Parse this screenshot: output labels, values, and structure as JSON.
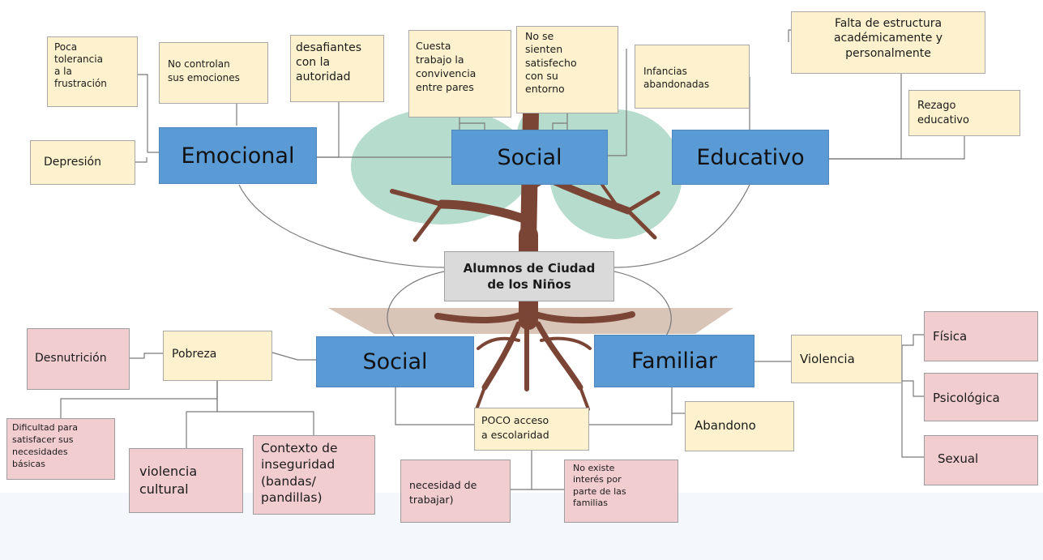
{
  "center": "Alumnos de Ciudad\nde los Niños",
  "categories": {
    "emocional": "Emocional",
    "social_top": "Social",
    "educativo": "Educativo",
    "social_bottom": "Social",
    "familiar": "Familiar"
  },
  "emocional": {
    "poca_tolerancia": "Poca\ntolerancia\na la\nfrustración",
    "no_controlan": "No controlan\nsus emociones",
    "desafiantes": "desafiantes\ncon la\nautoridad",
    "depresion": "Depresión"
  },
  "social_top": {
    "cuesta_trabajo": "Cuesta\ntrabajo la\nconvivencia\nentre pares",
    "no_satisfecho": "No se\nsienten\nsatisfecho\ncon su\nentorno",
    "infancias": "Infancias\nabandonadas"
  },
  "educativo": {
    "falta_estructura": "Falta de estructura\nacadémicamente y\npersonalmente",
    "rezago": "Rezago\neducativo"
  },
  "social_bottom": {
    "pobreza": "Pobreza",
    "desnutricion": "Desnutrición",
    "dificultad": "Dificultad para\nsatisfacer sus\nnecesidades\nbásicas",
    "violencia_cultural": "violencia\ncultural",
    "contexto": "Contexto de\ninseguridad\n(bandas/\npandillas)",
    "poco_acceso": "POCO acceso\na escolaridad",
    "necesidad": "necesidad de\ntrabajar)",
    "no_existe": "No existe\ninterés por\nparte de las\nfamilias"
  },
  "familiar": {
    "violencia": "Violencia",
    "fisica": "Física",
    "psicologica": "Psicológica",
    "sexual": "Sexual",
    "abandono": "Abandono"
  },
  "colors": {
    "category_blue": "#5b9bd5",
    "note_yellow": "#fdf2cd",
    "note_pink": "#f2cdd0",
    "center_gray": "#dadada",
    "tree_canopy": "#b6dccd",
    "tree_trunk": "#7b4536",
    "soil": "#d9c4b8"
  }
}
